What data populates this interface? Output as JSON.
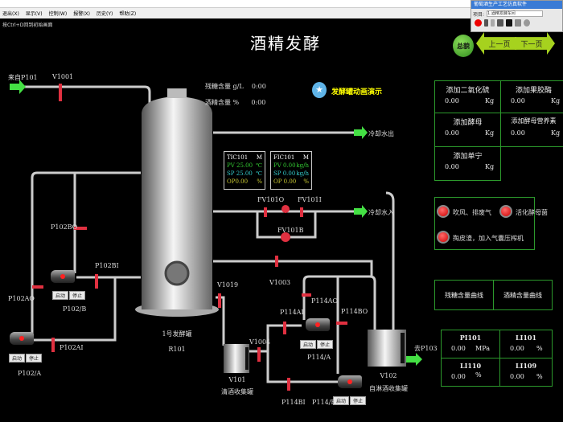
{
  "menu": [
    "退出(X)",
    "显示(V)",
    "控制(W)",
    "报警(X)",
    "历史(Y)",
    "帮助(Z)"
  ],
  "status": "按Ctrl+D回到初始画面",
  "title": "酒精发酵",
  "float_window": {
    "title": "葡萄酒生产工艺仿真软件",
    "project_label": "项目:",
    "project_value": "1.酒精发酵车间"
  },
  "nav": {
    "overview": "总貌",
    "prev": "上一页",
    "next": "下一页"
  },
  "demo": "发酵罐动画演示",
  "readouts": [
    {
      "name": "残糖含量",
      "unit": "g/L",
      "value": "0:00"
    },
    {
      "name": "酒精含量",
      "unit": "%",
      "value": "0:00"
    }
  ],
  "additions": [
    {
      "name": "添加二氧化硫",
      "value": "0.00",
      "unit": "Kg"
    },
    {
      "name": "添加果胶酶",
      "value": "0.00",
      "unit": "Kg"
    },
    {
      "name": "添加酵母",
      "value": "0.00",
      "unit": "Kg"
    },
    {
      "name": "添加酵母营养素",
      "value": "0.00",
      "unit": "Kg"
    },
    {
      "name": "添加单宁",
      "value": "0.00",
      "unit": "Kg"
    }
  ],
  "operations": [
    "吹风、排废气",
    "活化酵母菌",
    "掏皮渣，加入气囊压榨机"
  ],
  "curves": [
    "残糖含量曲线",
    "酒精含量曲线"
  ],
  "meters": [
    {
      "tag": "PI101",
      "value": "0.00",
      "unit": "MPa"
    },
    {
      "tag": "LI101",
      "value": "0.00",
      "unit": "%"
    },
    {
      "tag": "LI110",
      "value": "0.00",
      "unit": "%"
    },
    {
      "tag": "LI109",
      "value": "0.00",
      "unit": "%"
    }
  ],
  "fic": [
    {
      "tag": "TIC101",
      "mode": "M",
      "pv": "PV 25.00",
      "pv_unit": "℃",
      "sp": "SP 25.00",
      "sp_unit": "℃",
      "op": "OP0.00",
      "op_unit": "%"
    },
    {
      "tag": "FIC101",
      "mode": "M",
      "pv": "PV 0.00",
      "pv_unit": "kg/h",
      "sp": "SP 0.00",
      "sp_unit": "kg/h",
      "op": "OP 0.00",
      "op_unit": "%"
    }
  ],
  "streams": {
    "feed": "来自P101",
    "cw_out": "冷却水出",
    "cw_in": "冷却水入",
    "to_p103": "去P103"
  },
  "valves": {
    "v1001": "V1001",
    "fv101o": "FV101O",
    "fv101i": "FV101I",
    "fv101b": "FV101B",
    "p102bo": "P102BO",
    "p102bi": "P102BI",
    "p102ao": "P102AO",
    "p102ai": "P102AI",
    "v1019": "V1019",
    "v1003": "V1003",
    "v1004": "V1004",
    "p114ai": "P114AI",
    "p114ao": "P114AO",
    "p114bo": "P114BO",
    "p114bi": "P114BI"
  },
  "pumps": {
    "p102a": "P102/A",
    "p102b": "P102/B",
    "p114a": "P114/A",
    "p114b": "P114/B",
    "start": "启动",
    "stop": "停止"
  },
  "vessels": {
    "r101_name": "1号发酵罐",
    "r101_tag": "R101",
    "v101_tag": "V101",
    "v101_name": "清酒收集罐",
    "v102_tag": "V102",
    "v102_name": "自淋酒收集罐"
  }
}
